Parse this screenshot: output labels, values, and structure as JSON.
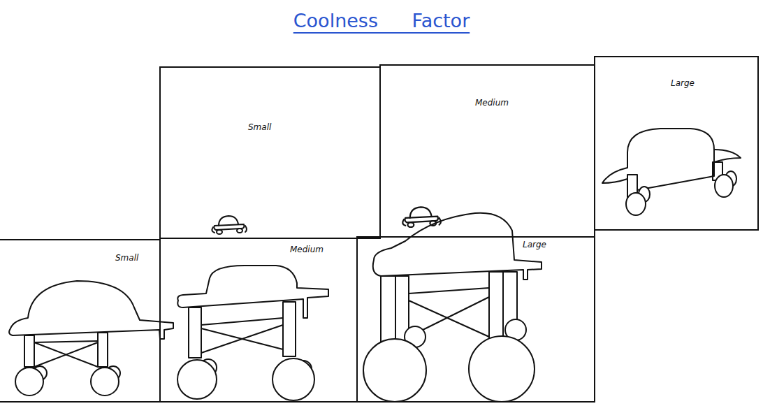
{
  "diagram": {
    "title": "Coolness Factor",
    "nodes": [
      {
        "text": [
          "Small"
        ]
      },
      {
        "text": [
          "Medium"
        ]
      },
      {
        "text": [
          "Large"
        ]
      },
      {
        "text": [
          "Small"
        ]
      },
      {
        "text": [
          "Medium"
        ]
      },
      {
        "text": [
          "Large"
        ]
      }
    ]
  }
}
